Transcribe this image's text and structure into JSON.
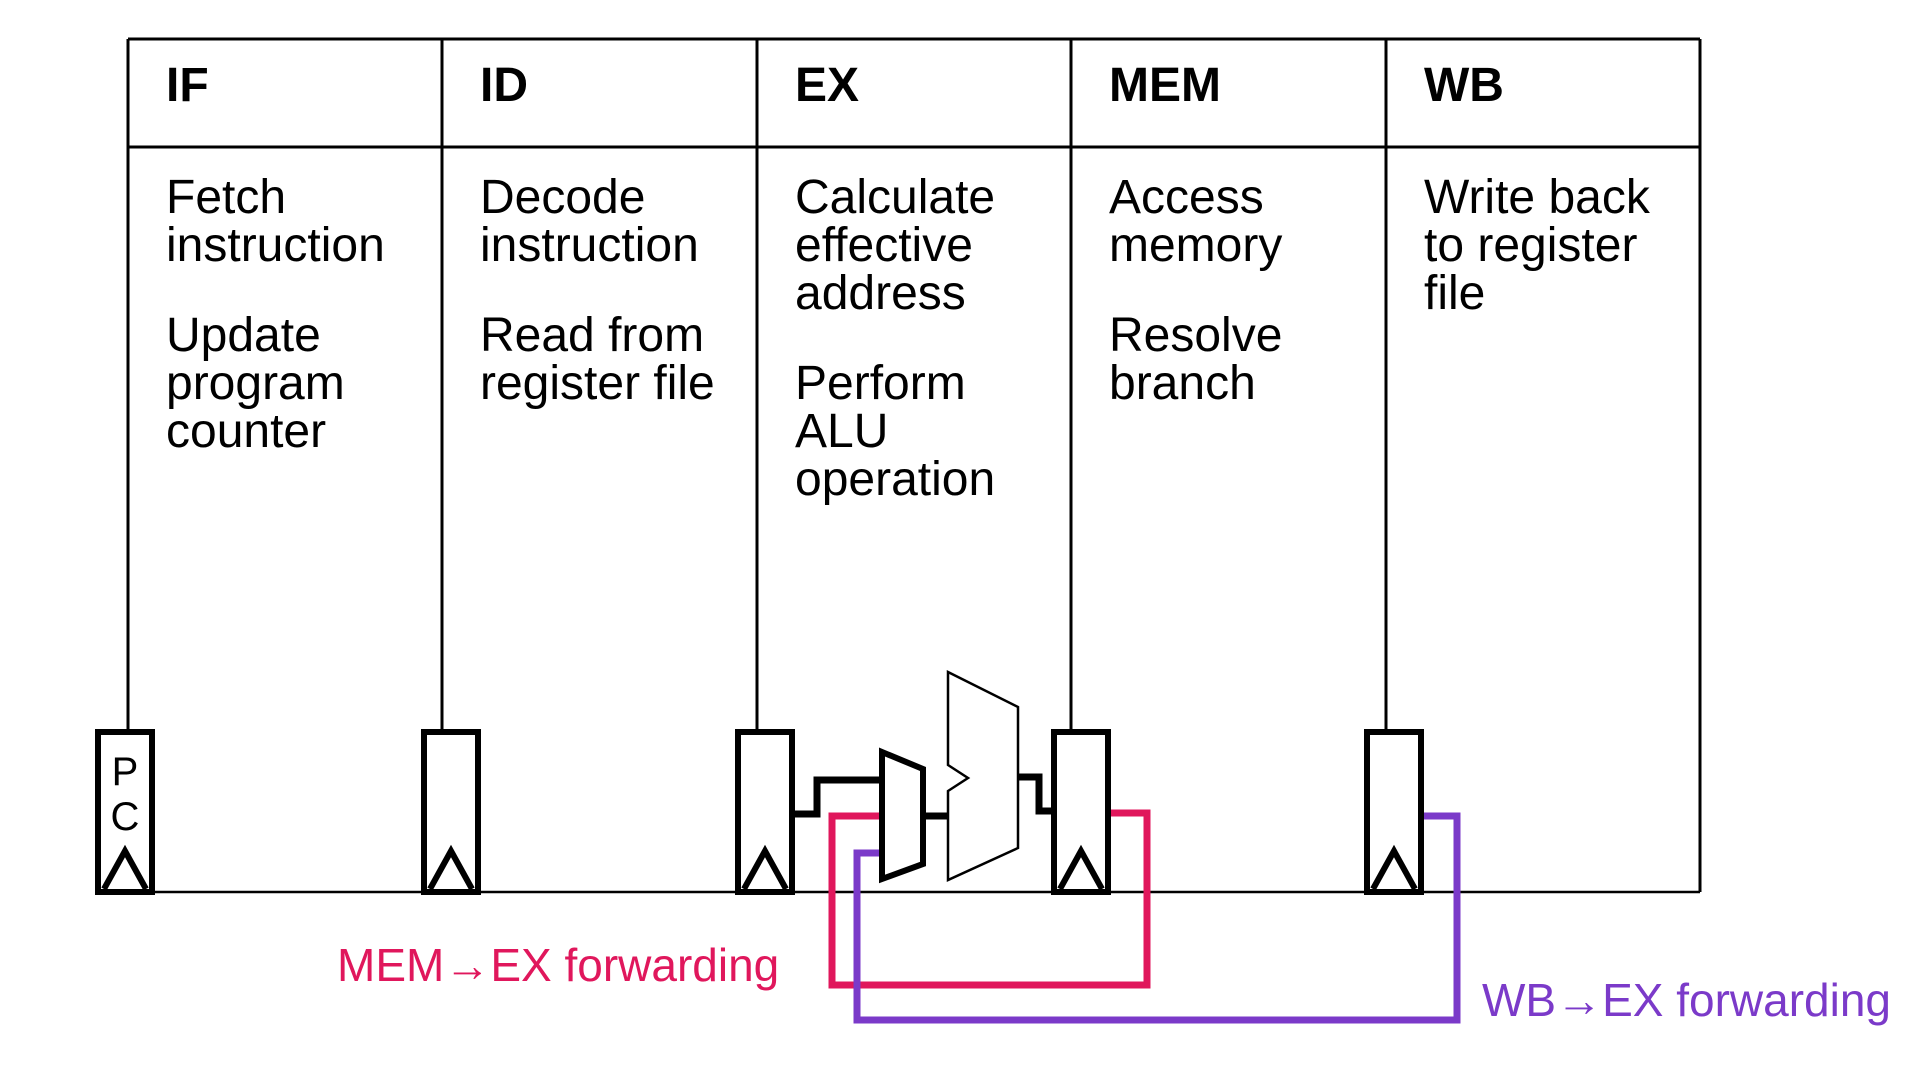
{
  "table": {
    "columns": [
      {
        "header": "IF",
        "items": [
          "Fetch instruction",
          "Update program counter"
        ]
      },
      {
        "header": "ID",
        "items": [
          "Decode instruction",
          "Read from register file"
        ]
      },
      {
        "header": "EX",
        "items": [
          "Calculate effective address",
          "Perform ALU operation"
        ]
      },
      {
        "header": "MEM",
        "items": [
          "Access memory",
          "Resolve branch"
        ]
      },
      {
        "header": "WB",
        "items": [
          "Write back to register file"
        ]
      }
    ]
  },
  "pc_register_label": "P\nC",
  "labels": {
    "mem_ex_forwarding": "MEM→EX forwarding",
    "wb_ex_forwarding": "WB→EX forwarding"
  },
  "colors": {
    "mem_ex": "#e0175c",
    "wb_ex": "#7b3ac9"
  }
}
